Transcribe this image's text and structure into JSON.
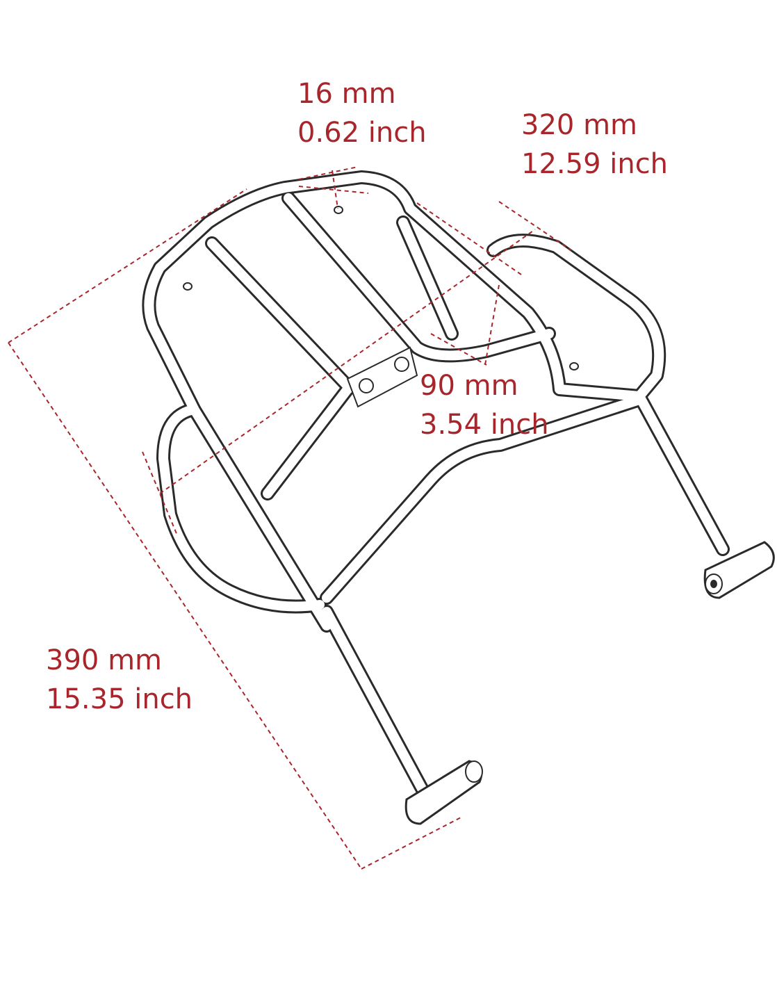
{
  "dimensions": {
    "tube": {
      "metric": "16 mm",
      "imperial": "0.62 inch"
    },
    "width": {
      "metric": "320 mm",
      "imperial": "12.59 inch"
    },
    "spacing": {
      "metric": "90 mm",
      "imperial": "3.54 inch"
    },
    "length": {
      "metric": "390 mm",
      "imperial": "15.35 inch"
    }
  },
  "colors": {
    "dimension": "#a8262b",
    "tube_outline": "#2a2a2a",
    "tube_fill": "#ffffff"
  }
}
